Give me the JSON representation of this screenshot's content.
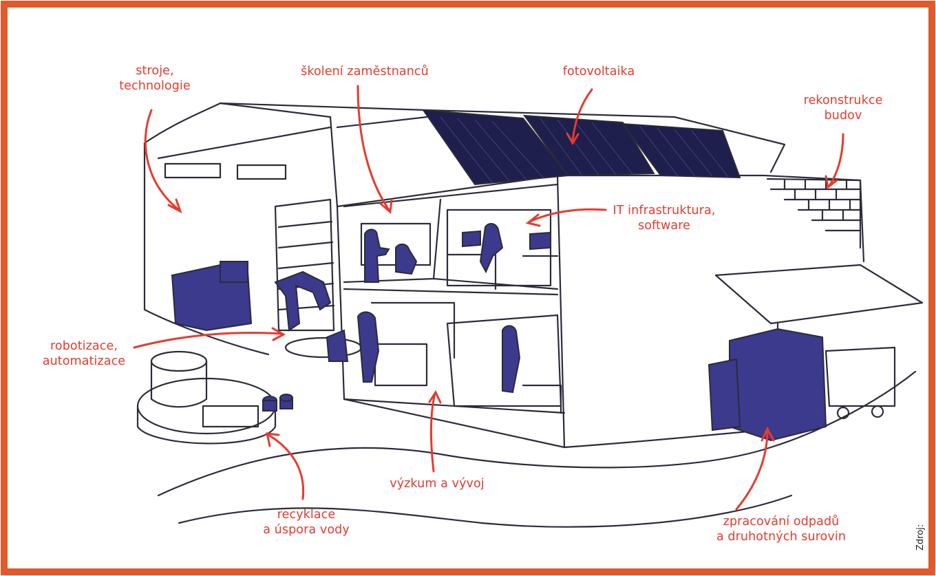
{
  "colors": {
    "frame": "#e05a2b",
    "accent": "#e63a2e",
    "ink": "#2b2b3a",
    "equipment": "#3b3a8c",
    "solar": "#1f1f4d"
  },
  "labels": {
    "stroje": [
      "stroje,",
      "technologie"
    ],
    "skoleni": [
      "školení zaměstnanců"
    ],
    "fotovoltaika": [
      "fotovoltaika"
    ],
    "rekonstrukce": [
      "rekonstrukce",
      "budov"
    ],
    "it": [
      "IT infrastruktura,",
      "software"
    ],
    "robotizace": [
      "robotizace,",
      "automatizace"
    ],
    "recyklace": [
      "recyklace",
      "a úspora vody"
    ],
    "vyzkum": [
      "výzkum a vývoj"
    ],
    "odpady": [
      "zpracování odpadů",
      "a druhotných surovin"
    ]
  },
  "source": "Zdroj:"
}
